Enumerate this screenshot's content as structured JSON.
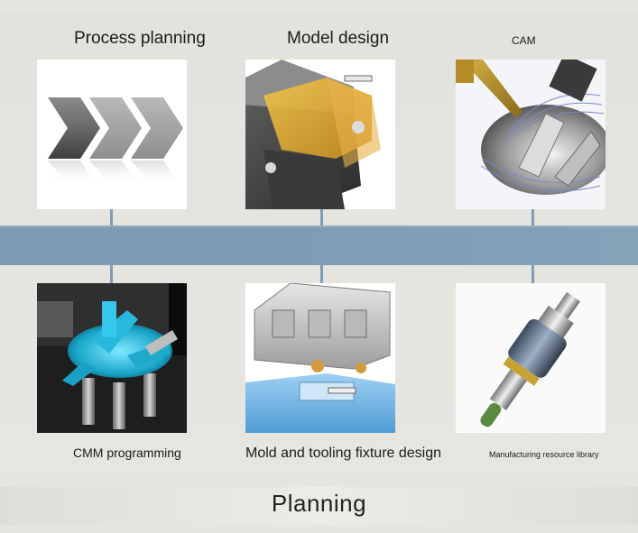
{
  "title": "Planning",
  "top_row": [
    {
      "label": "Process planning",
      "icon": "chevron-arrows-icon"
    },
    {
      "label": "Model design",
      "icon": "bracket-model-icon"
    },
    {
      "label": "CAM",
      "icon": "impeller-toolpath-icon"
    }
  ],
  "bottom_row": [
    {
      "label": "CMM programming",
      "icon": "cmm-impeller-icon"
    },
    {
      "label": "Mold and tooling fixture design",
      "icon": "fixture-assembly-icon"
    },
    {
      "label": "Manufacturing resource library",
      "icon": "tool-holder-icon"
    }
  ],
  "colors": {
    "band": "#7f9db5",
    "background": "#e6e4df",
    "card": "#ffffff"
  }
}
